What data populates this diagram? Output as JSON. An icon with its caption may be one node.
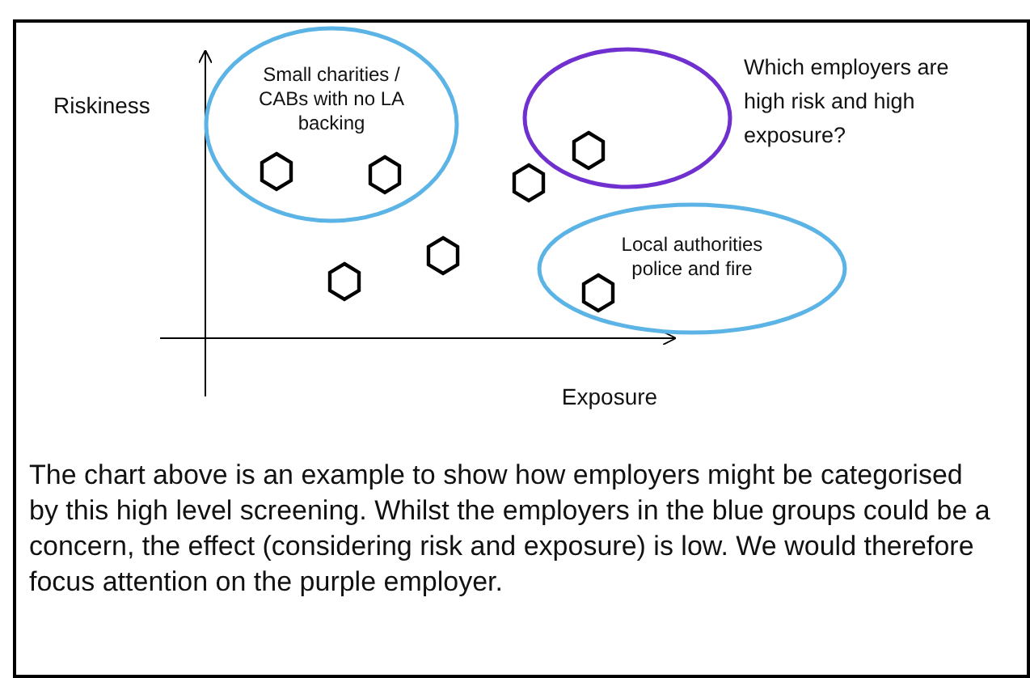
{
  "diagram": {
    "nodes": [
      {
        "text": [
          "Small charities / CABs  with no LA backing"
        ]
      },
      {
        "text": [],
        "shape": "hexagon",
        "in": 0
      },
      {
        "text": [],
        "shape": "hexagon",
        "in": 0
      },
      {
        "text": [],
        "shape": "ellipse"
      },
      {
        "text": [],
        "shape": "hexagon",
        "in": 3
      },
      {
        "text": [
          "Local authorities police and fire"
        ]
      },
      {
        "text": [],
        "shape": "hexagon",
        "in": 5
      },
      {
        "text": [],
        "shape": "hexagon"
      },
      {
        "text": [],
        "shape": "hexagon"
      },
      {
        "text": [],
        "shape": "hexagon"
      }
    ],
    "labels": [
      "Riskiness",
      "Which employers are high risk and high exposure?",
      "Exposure",
      "The chart above is an example to show how employers might be categorised by this high level screening. Whilst the employers in the blue groups could be a concern, the effect (considering risk and exposure) is low. We would therefore focus attention on the purple employer."
    ]
  }
}
